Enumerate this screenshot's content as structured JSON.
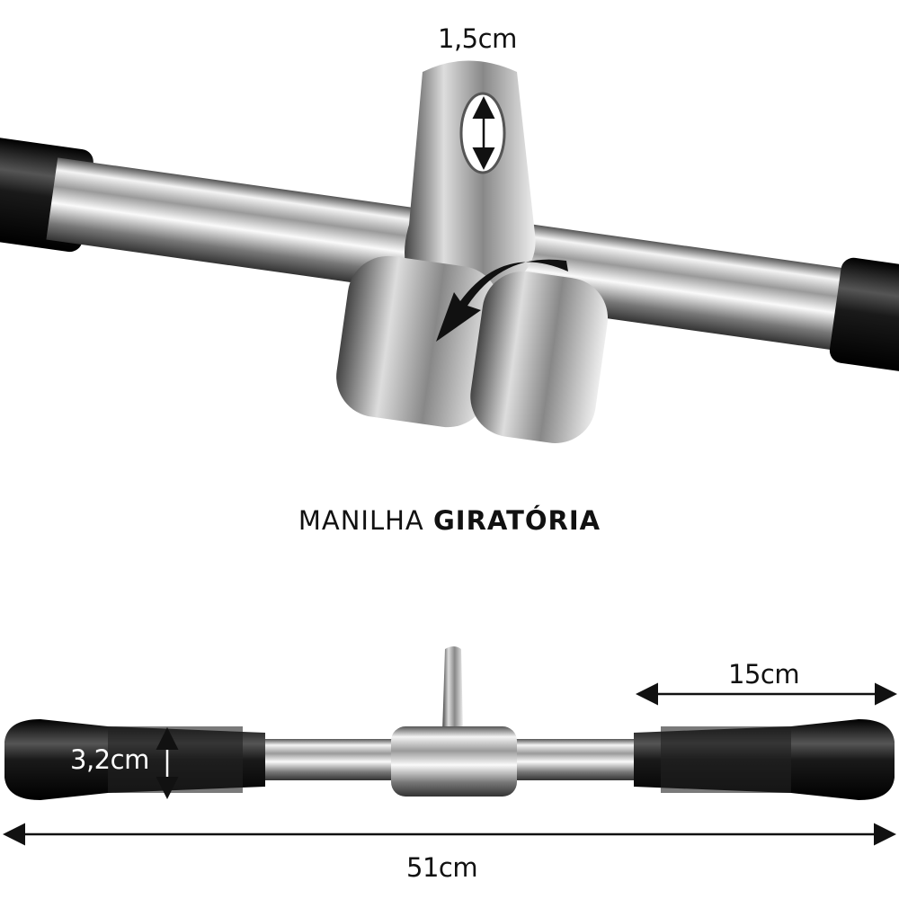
{
  "dimensions": {
    "eye_hole": "1,5cm",
    "grip_length": "15cm",
    "grip_diameter": "3,2cm",
    "total_length": "51cm"
  },
  "caption": {
    "regular": "MANILHA",
    "bold": "GIRATÓRIA"
  },
  "colors": {
    "chrome": "#c8c8c8",
    "grip": "#111111",
    "text": "#111111"
  }
}
